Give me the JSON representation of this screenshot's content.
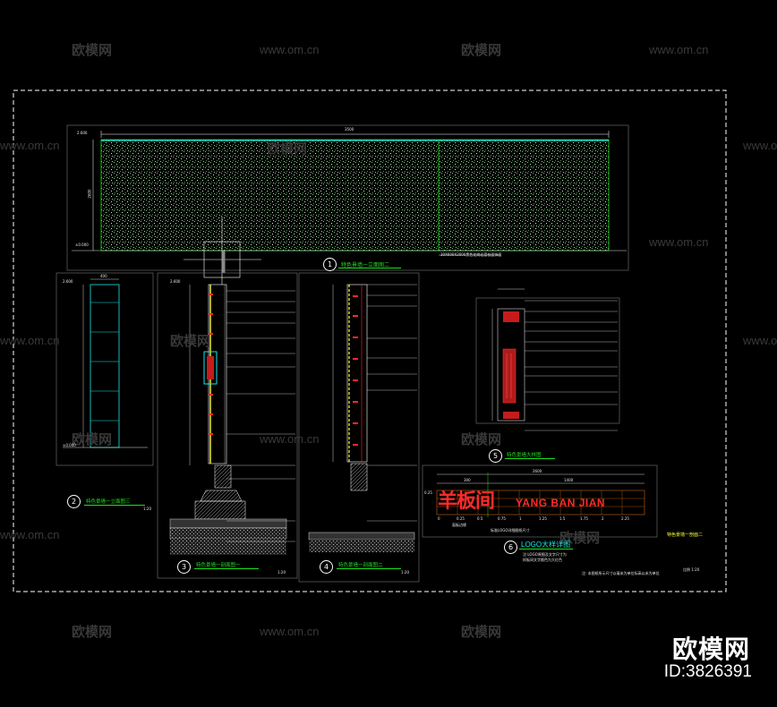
{
  "watermark": {
    "cn": "欧模网",
    "url": "www.om.cn",
    "brand": "欧模网",
    "id_label": "ID:3826391"
  },
  "elevation": {
    "number": "1",
    "title": "特色景墙一立面图二",
    "width_dim": "3500",
    "left_level": "±0.000",
    "top_level": "2.600",
    "height_dim": "2600",
    "material_note": "30X600X2000黑色花岗岩荔枝面饰面"
  },
  "detail2": {
    "number": "2",
    "title": "特色景墙一立面图三",
    "scale": "1:20",
    "top_level": "2.600",
    "bottom_level": "±0.000",
    "width_dim": "400"
  },
  "detail3": {
    "number": "3",
    "title": "特色景墙一剖面图一",
    "scale": "1:20",
    "top_level": "2.600"
  },
  "detail4": {
    "number": "4",
    "title": "特色景墙一剖面图二",
    "scale": "1:20"
  },
  "detail5": {
    "number": "5",
    "title": "特色景墙大样图"
  },
  "detail6": {
    "number": "6",
    "title": "LOGO大样详图",
    "logo_cn": "羊板间",
    "logo_en": "YANG BAN JIAN",
    "width_dim": "2600",
    "dims": [
      "300",
      "1400"
    ],
    "ticks": [
      "0",
      "0.25",
      "0.5",
      "0.75",
      "1",
      "1.25",
      "1.5",
      "1.75",
      "2",
      "2.25"
    ],
    "side_label": "0.25",
    "label_a": "面板边缘",
    "label_b": "标准LOGO详细图纸尺寸",
    "notes": [
      "注:LOGO原图及文字尺寸为",
      "样板间文字颜色为大红色"
    ]
  },
  "sheet": {
    "right_title": "特色景墙一剖面二",
    "footer_note": "注: 本图纸所示尺寸以毫米为单位标高以米为单位",
    "scale_label": "比例 1:20"
  }
}
